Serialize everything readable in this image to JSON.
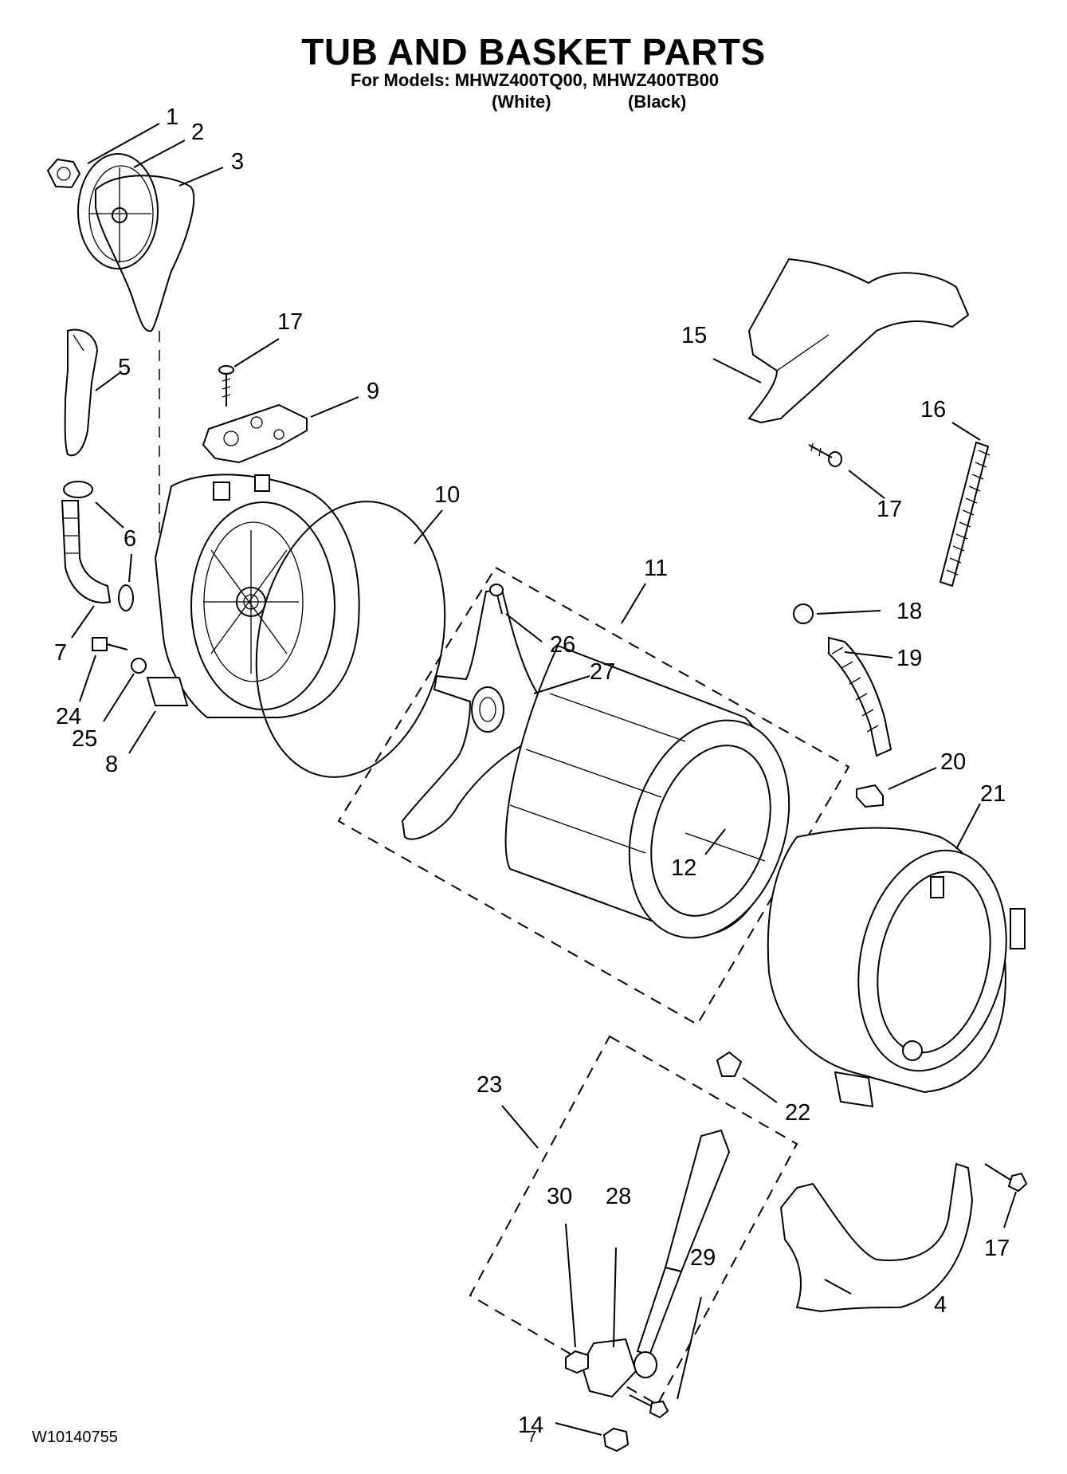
{
  "header": {
    "title": "TUB AND BASKET PARTS",
    "models_line": "For Models: MHWZ400TQ00, MHWZ400TB00",
    "variant_white": "(White)",
    "variant_black": "(Black)"
  },
  "callouts": {
    "c1": "1",
    "c2": "2",
    "c3": "3",
    "c4": "4",
    "c5": "5",
    "c6": "6",
    "c7": "7",
    "c8": "8",
    "c9": "9",
    "c10": "10",
    "c11": "11",
    "c12": "12",
    "c14": "14",
    "c15": "15",
    "c16": "16",
    "c17a": "17",
    "c17b": "17",
    "c17c": "17",
    "c18": "18",
    "c19": "19",
    "c20": "20",
    "c21": "21",
    "c22": "22",
    "c23": "23",
    "c24": "24",
    "c25": "25",
    "c26": "26",
    "c27": "27",
    "c28": "28",
    "c29": "29",
    "c30": "30"
  },
  "footer": {
    "doc_number": "W10140755",
    "page_number": "7"
  }
}
